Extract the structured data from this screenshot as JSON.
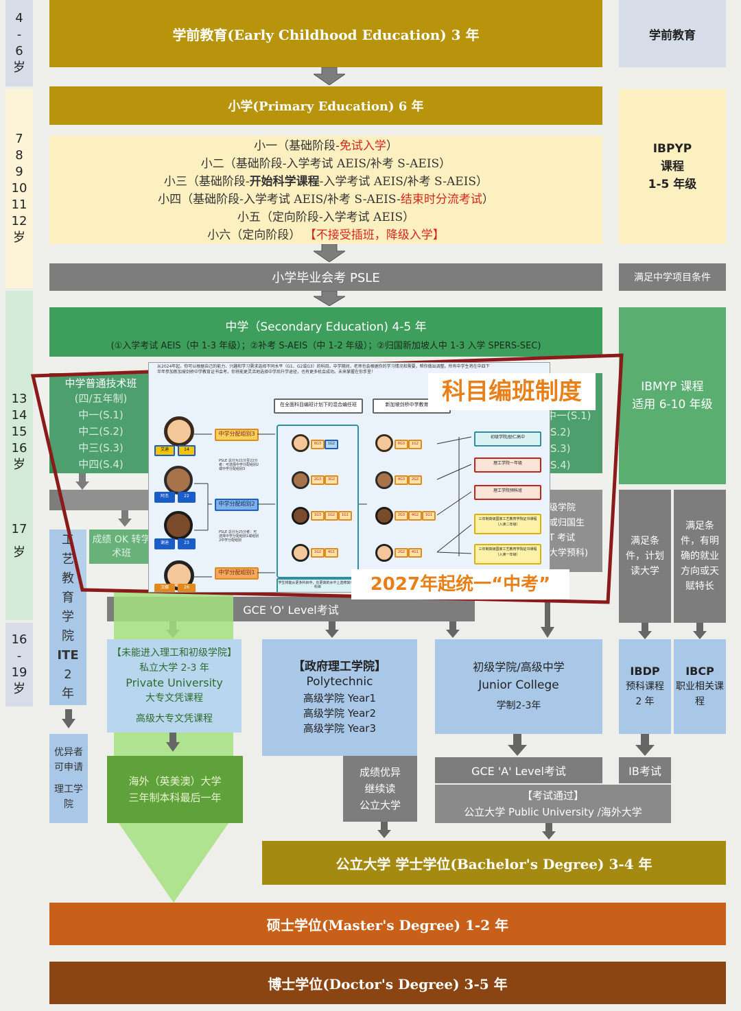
{
  "colors": {
    "gold": "#b8930c",
    "green": "#3e9e5c",
    "gray": "#7d7d7d",
    "blue": "#a9c8e8",
    "orange": "#c8601a",
    "brown": "#8b4513",
    "red": "#d8251b",
    "frame": "#8b1a1a"
  },
  "ages": {
    "a1": [
      "4",
      "-",
      "6",
      "岁"
    ],
    "a2": [
      "7",
      "8",
      "9",
      "10",
      "11",
      "12",
      "岁"
    ],
    "a3": [
      "13",
      "14",
      "15",
      "16",
      "岁"
    ],
    "a4": [
      "17",
      "岁"
    ],
    "a5": [
      "16",
      "-",
      "19",
      "岁"
    ]
  },
  "preschool": {
    "title": "学前教育(Early Childhood Education) 3 年",
    "side": "学前教育"
  },
  "primary": {
    "title": "小学(Primary Education) 6 年",
    "l1a": "小一（基础阶段-",
    "l1b": "免试入学",
    "l1c": "）",
    "l2": "小二（基础阶段-入学考试 AEIS/补考 S-AEIS）",
    "l3a": "小三（基础阶段-",
    "l3b": "开始科学课程",
    "l3c": "-入学考试 AEIS/补考 S-AEIS）",
    "l4a": "小四（基础阶段-入学考试 AEIS/补考 S-AEIS-",
    "l4b": "结束时分流考试",
    "l4c": "）",
    "l5": "小五（定向阶段-入学考试 AEIS）",
    "l6a": "小六（定向阶段）",
    "l6b": "【不接受插班，降级入学】",
    "side": [
      "IBPYP",
      "课程",
      "1-5 年级"
    ]
  },
  "psle": {
    "title": "小学毕业会考 PSLE",
    "side": "满足中学项目条件"
  },
  "secondary": {
    "title": "中学（Secondary Education) 4-5 年",
    "sub": "(①入学考试 AEIS（中 1-3 年级）；②补考 S-AEIS（中 1-2 年级）；②归国新加坡人中 1-3 入学 SPERS-SEC)",
    "side": [
      "IBMYP 课程",
      "适用 6-10 年级"
    ]
  },
  "track": {
    "title": "中学普通技术班",
    "years": [
      "(四/五年制)",
      "中一(S.1)",
      "中二(S.2)",
      "中三(S.3)",
      "中四(S.4)"
    ],
    "right_years": [
      "中一(S.1)",
      "(S.2)",
      "(S.3)",
      "(S.4)"
    ]
  },
  "inset": {
    "heading": "科目编班制度",
    "caption": "2027年起统一“中考”",
    "intro": "从2024年起，你可以根据自己的能力、兴趣和学习需求选择不同水平（G1、G2或G3）的科目。中学期间，老师也会根据你的学习情况和需要，帮你做出调整。所有中学生将在中四下半年参加新加坡剑桥中学教育证书会考。你将能更灵活地选择中学后升学途径，也有更多机会成功。未来掌握在你手里！",
    "box1": "在全面科目编班计划下的混合编任班",
    "box2": "新加坡剑桥中学教育证书",
    "groups": [
      "中学分配组别3",
      "中学分配组别2",
      "中学分配组别1"
    ],
    "notes": [
      "PSLE 总分为21分至22分者：可选择中学分配组别2或中学分配组别3",
      "PSLE 总分为25分者：可选择中学分配组别1或组别2中学分配组别"
    ],
    "dests": [
      "初级学院/励仁高中",
      "理工学院一年级",
      "理工学院预科班",
      "三年制高级国家工艺教育学院证书课程（入读二年级）",
      "三年制高级国家工艺教育学院证书课程（入读一年级）"
    ],
    "tags": [
      "6G3",
      "1G2",
      "2G3",
      "3G2",
      "1G3",
      "1G2",
      "1G1",
      "1G2",
      "4G1",
      "6G3",
      "1G2",
      "4G3",
      "2G2",
      "2G3",
      "4G2",
      "1G1",
      "2G2",
      "4G1"
    ],
    "footnote": "学生将能从更多科目中，在更高的水平上选修其中的科目",
    "names": [
      "艾迪",
      "阿杰",
      "谢迪",
      "汉娜"
    ],
    "scores": [
      "14",
      "22",
      "23",
      "26"
    ]
  },
  "mid": {
    "ok": "成绩 OK 转学术班",
    "gce_o": "GCE 'O' Level考试",
    "right_gray1": [
      "级学院",
      "或归国生",
      "T 考试",
      "大学预科)"
    ],
    "meet1": "满足条件，计划读大学",
    "meet2": "满足条件，有明确的就业方向或天赋特长"
  },
  "ite": {
    "chars": [
      "工",
      "艺",
      "教",
      "育",
      "学",
      "院"
    ],
    "code": "ITE",
    "years": [
      "2",
      "年"
    ]
  },
  "private": {
    "l1": "【未能进入理工和初级学院】",
    "l2": "私立大学 2-3 年",
    "l3": "Private University",
    "l4": "大专文凭课程",
    "l5": "高级大专文凭课程"
  },
  "poly": {
    "l1": "【政府理工学院】",
    "l2": "Polytechnic",
    "l3": "高级学院 Year1",
    "l4": "高级学院 Year2",
    "l5": "高级学院 Year3"
  },
  "jc": {
    "l1": "初级学院/高级中学",
    "l2": "Junior College",
    "l3": "学制2-3年"
  },
  "ibdp": {
    "l1": "IBDP",
    "l2": "预科课程",
    "l3": "2 年"
  },
  "ibcp": {
    "l1": "IBCP",
    "l2": "职业相关课程"
  },
  "excel": {
    "l1": "优异者可申请",
    "l2": "理工学院"
  },
  "overseas": {
    "l1": "海外（英美澳）大学",
    "l2": "三年制本科最后一年"
  },
  "cont": {
    "l1": "成绩优异",
    "l2": "继续读",
    "l3": "公立大学"
  },
  "gce_a": {
    "title": "GCE 'A' Level考试",
    "ib": "IB考试",
    "pass": "【考试通过】",
    "uni": "公立大学 Public University /海外大学"
  },
  "bachelor": "公立大学  学士学位(Bachelor's Degree)   3-4 年",
  "master": "硕士学位(Master's Degree) 1-2 年",
  "doctor": "博士学位(Doctor's Degree) 3-5 年"
}
